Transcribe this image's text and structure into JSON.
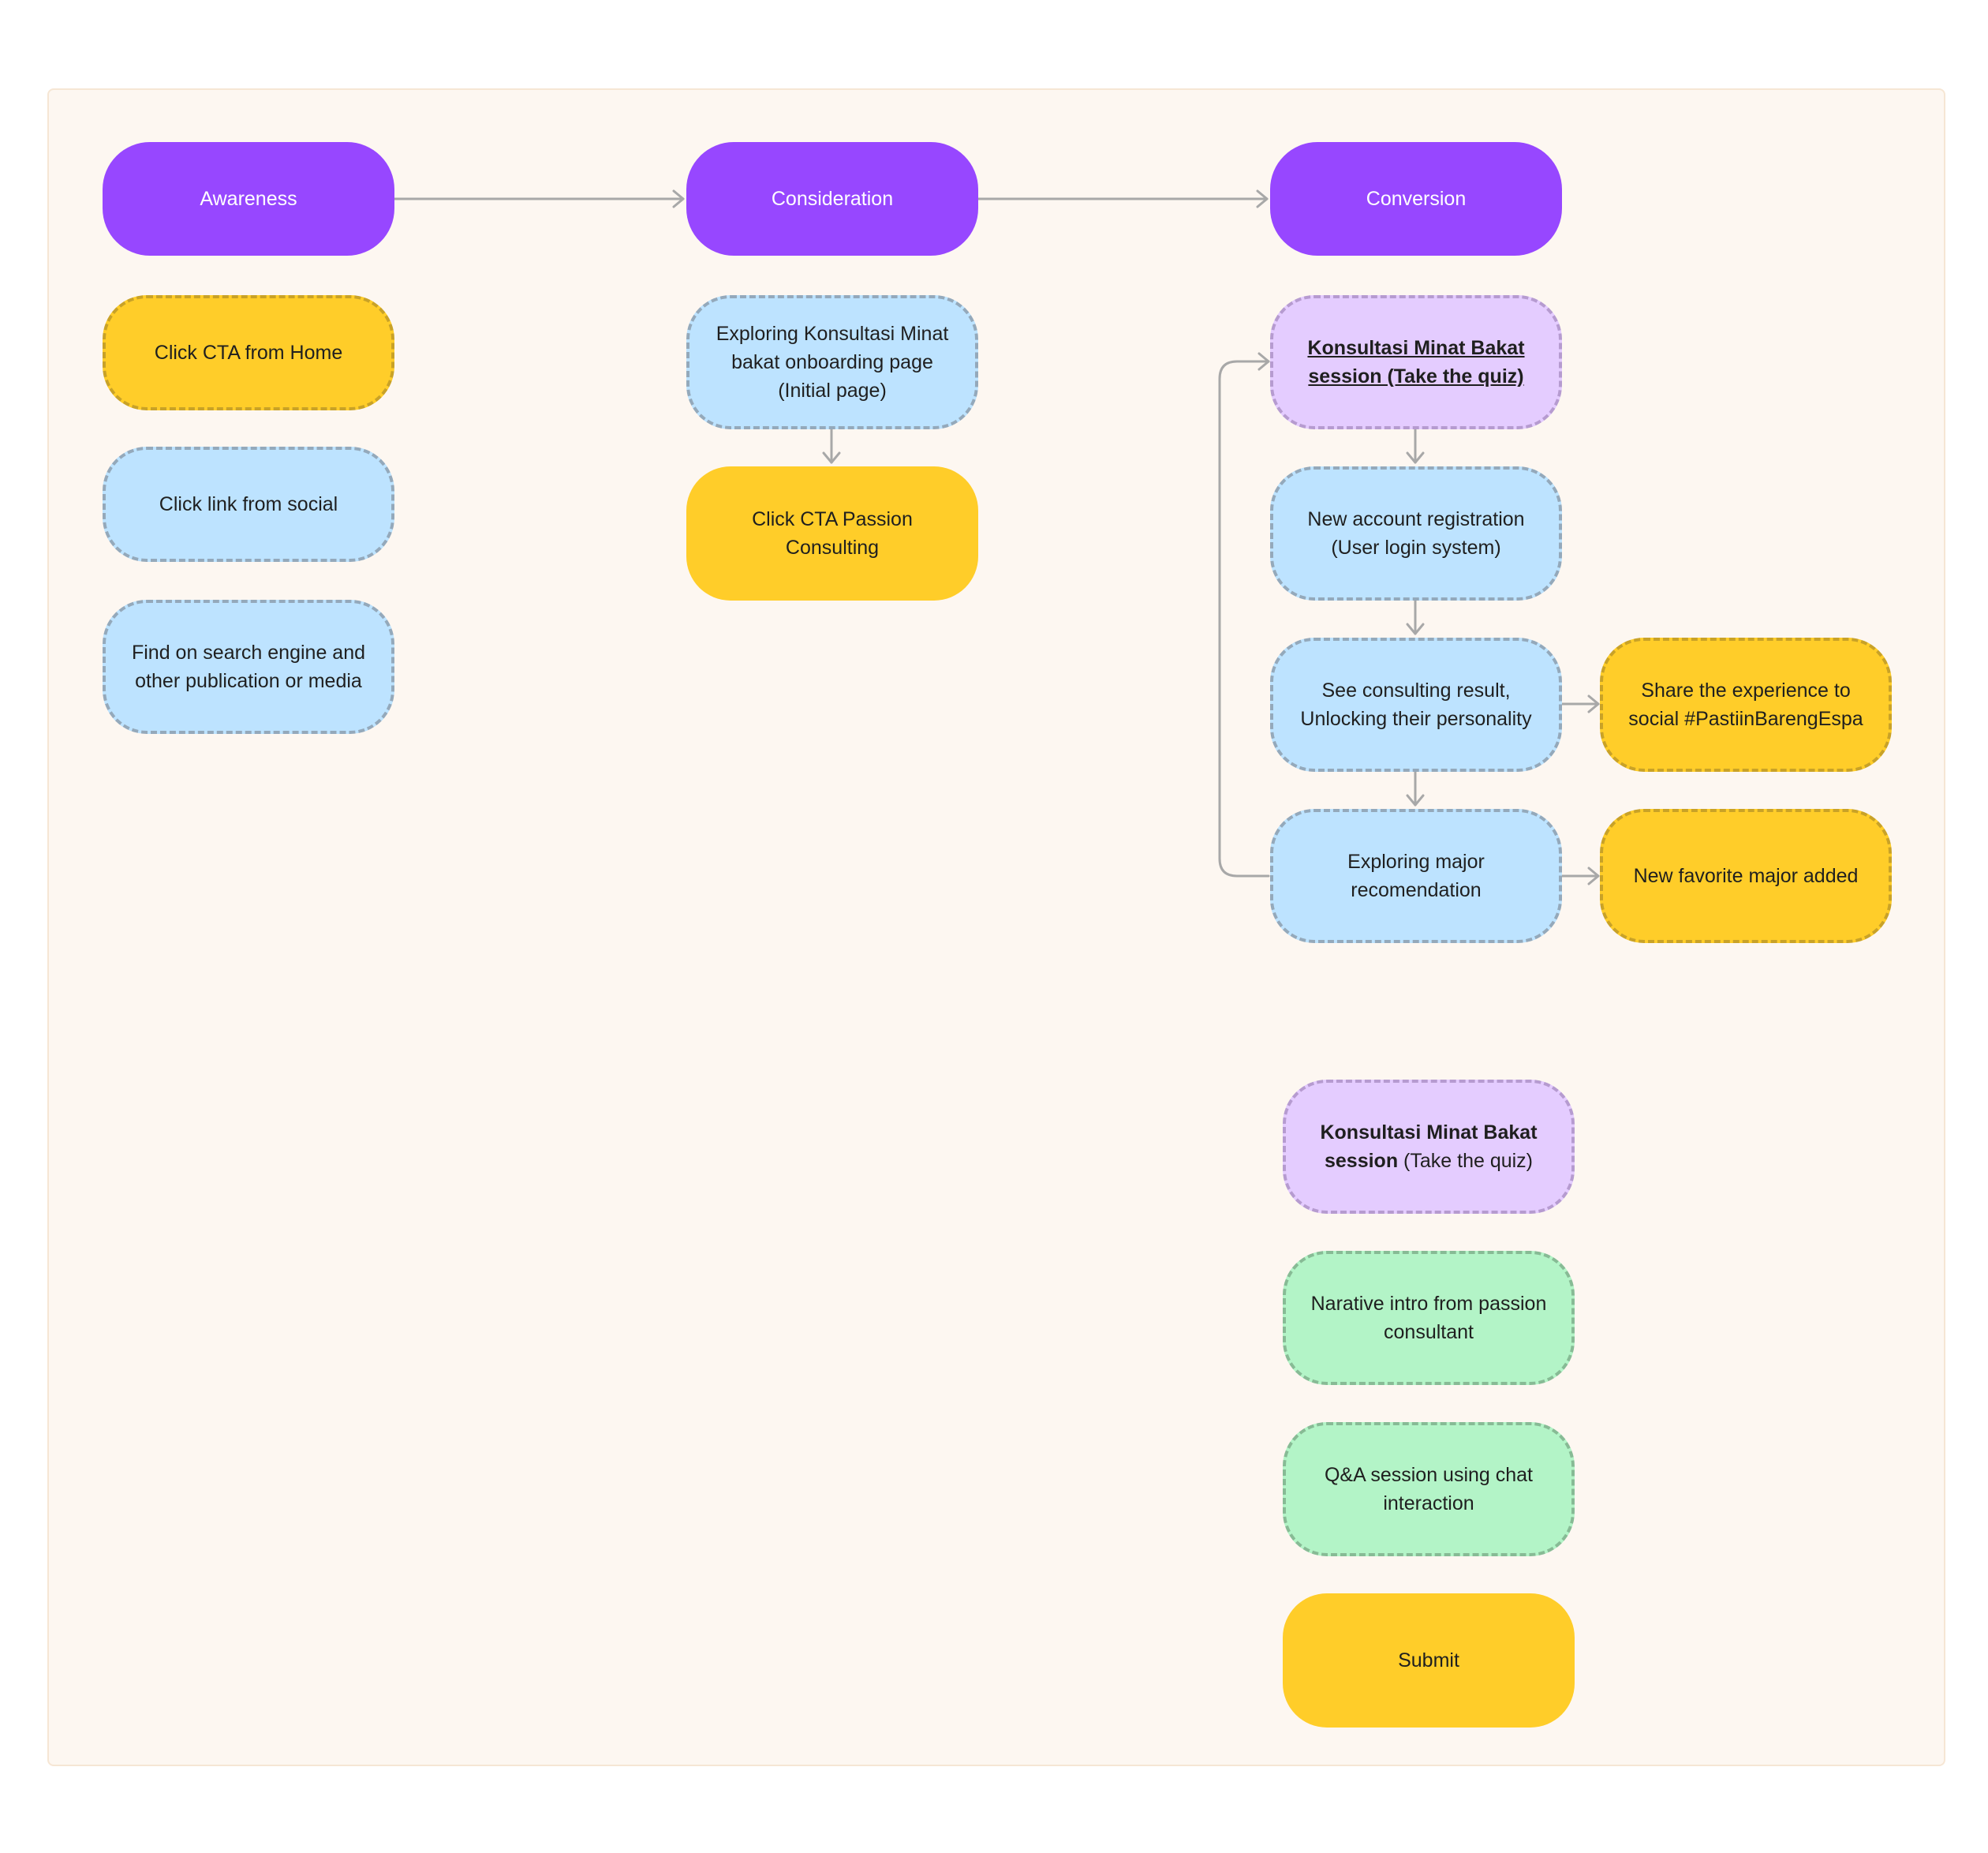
{
  "stages": {
    "awareness": "Awareness",
    "consideration": "Consideration",
    "conversion": "Conversion"
  },
  "awareness": {
    "cta_home": "Click CTA from Home",
    "link_social": "Click link from social",
    "search_engine": "Find on search engine and other publication or media"
  },
  "consideration": {
    "onboarding": "Exploring Konsultasi Minat bakat onboarding page (Initial page)",
    "cta_passion": "Click CTA Passion Consulting"
  },
  "conversion": {
    "session": "Konsultasi Minat Bakat session (Take the quiz)",
    "registration": "New account registration (User login system)",
    "result": "See consulting result, Unlocking their personality",
    "share": "Share the experience to social #PastiinBarengEspa",
    "major": "Exploring major recomendation",
    "favorite": "New favorite major added"
  },
  "quiz_flow": {
    "session_bold": "Konsultasi Minat Bakat session",
    "session_rest": " (Take the quiz)",
    "narrative": "Narative intro from passion consultant",
    "qa": "Q&A session using chat interaction",
    "submit": "Submit"
  },
  "colors": {
    "stage": "#9747ff",
    "yellow": "#ffcd29",
    "blue": "#bde3ff",
    "purple": "#e4ccff",
    "green": "#b3f4c7",
    "connector": "#a8a8a8",
    "board": "#fdf7f1"
  }
}
